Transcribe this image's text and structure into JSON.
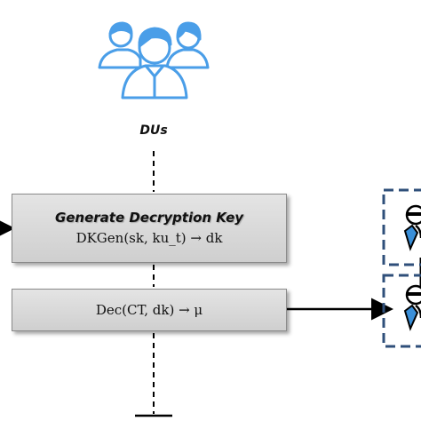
{
  "actor": {
    "label": "DUs",
    "icon": "user-group-icon",
    "icon_color": "#4a9ee8"
  },
  "steps": {
    "keygen": {
      "title": "Generate Decryption Key",
      "formula": "DKGen(sk, ku_t) → dk"
    },
    "dec": {
      "formula": "Dec(CT, dk) → μ"
    }
  },
  "colors": {
    "box_fill": "#d8d8d8",
    "dashed_frame": "#2f4f7a",
    "line": "#000000"
  }
}
